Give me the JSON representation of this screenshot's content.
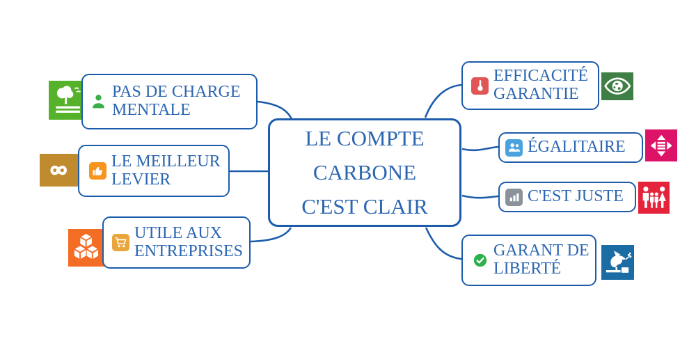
{
  "app": {
    "type": "mind-map"
  },
  "colors": {
    "node-border": "#1d5cab",
    "node-text": "#2c66b1",
    "connector": "#1d5cab",
    "sdg-green": "#56b22b",
    "sdg-gold": "#bf8b2e",
    "sdg-orange": "#f36d25",
    "sdg-dark-green": "#3f7e44",
    "sdg-magenta": "#dd1367",
    "sdg-red": "#e5243b",
    "sdg-blue": "#1b6ba4",
    "chip-thumb": "#f7941e",
    "chip-cart": "#e9a63d",
    "chip-thermo": "#e15556",
    "chip-people": "#4aa3df",
    "chip-chart": "#8b929b",
    "check-green": "#2eb04c",
    "person-green": "#3aae49"
  },
  "central": {
    "line1": "LE COMPTE",
    "line2": "CARBONE",
    "line3": "C'EST CLAIR"
  },
  "branches": [
    {
      "label": "PAS DE CHARGE MENTALE",
      "inner_icon": "person-icon",
      "outer_icon": "tree-nature-icon"
    },
    {
      "label": "LE MEILLEUR LEVIER",
      "inner_icon": "thumbs-up-icon",
      "outer_icon": "infinity-loop-icon"
    },
    {
      "label": "UTILE AUX ENTREPRISES",
      "inner_icon": "shopping-cart-icon",
      "outer_icon": "cubes-icon"
    },
    {
      "label": "EFFICACITÉ GARANTIE",
      "inner_icon": "thermometer-icon",
      "outer_icon": "eye-globe-icon"
    },
    {
      "label": "ÉGALITAIRE",
      "inner_icon": "people-icon",
      "outer_icon": "equality-arrows-icon"
    },
    {
      "label": "C'EST JUSTE",
      "inner_icon": "bar-chart-icon",
      "outer_icon": "family-icon"
    },
    {
      "label": "GARANT DE LIBERTÉ",
      "inner_icon": "check-circle-icon",
      "outer_icon": "dove-gavel-icon"
    }
  ]
}
